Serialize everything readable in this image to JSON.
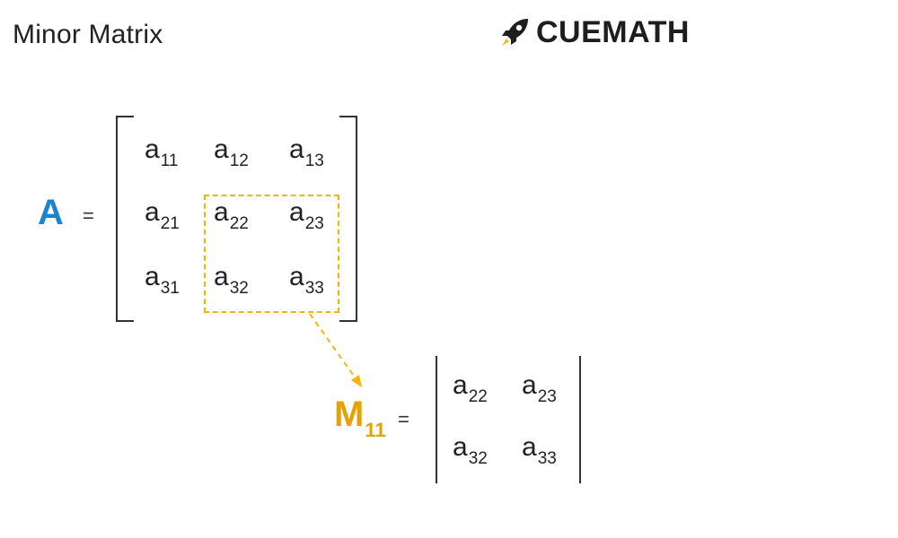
{
  "title": "Minor Matrix",
  "logo": {
    "text": "CUEMATH",
    "icon": "rocket-icon"
  },
  "colors": {
    "matrix_A": "#1a86d0",
    "minor": "#e8a200",
    "highlight": "#f2b705"
  },
  "matrix_A": {
    "label": "A",
    "equals": "=",
    "rows": [
      [
        {
          "base": "a",
          "sub": "11"
        },
        {
          "base": "a",
          "sub": "12"
        },
        {
          "base": "a",
          "sub": "13"
        }
      ],
      [
        {
          "base": "a",
          "sub": "21"
        },
        {
          "base": "a",
          "sub": "22"
        },
        {
          "base": "a",
          "sub": "23"
        }
      ],
      [
        {
          "base": "a",
          "sub": "31"
        },
        {
          "base": "a",
          "sub": "32"
        },
        {
          "base": "a",
          "sub": "33"
        }
      ]
    ]
  },
  "minor": {
    "label": "M",
    "label_sub": "11",
    "equals": "=",
    "rows": [
      [
        {
          "base": "a",
          "sub": "22"
        },
        {
          "base": "a",
          "sub": "23"
        }
      ],
      [
        {
          "base": "a",
          "sub": "32"
        },
        {
          "base": "a",
          "sub": "33"
        }
      ]
    ]
  }
}
